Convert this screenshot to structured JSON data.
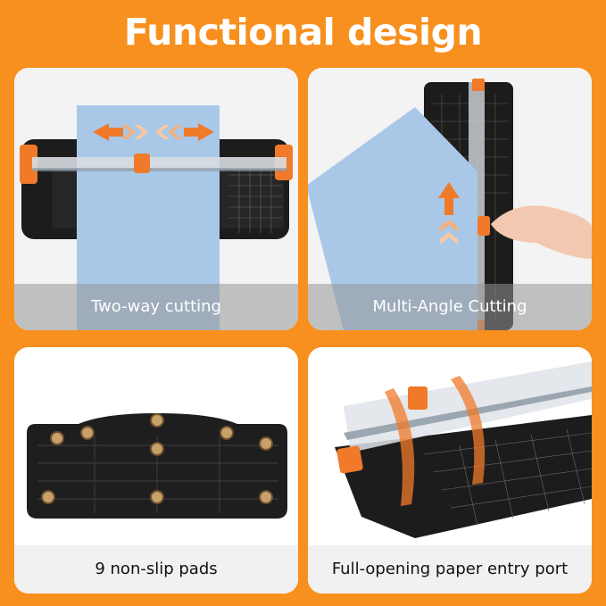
{
  "title": "Functional design",
  "panels": [
    {
      "caption": "Two-way cutting"
    },
    {
      "caption": "Multi-Angle Cutting"
    },
    {
      "caption": "9 non-slip pads"
    },
    {
      "caption": "Full-opening paper entry port"
    }
  ],
  "colors": {
    "background": "#f7901e",
    "accent_orange": "#f07a2a",
    "paper_blue": "#a9c8e8",
    "cutter_black": "#1c1c1c"
  }
}
